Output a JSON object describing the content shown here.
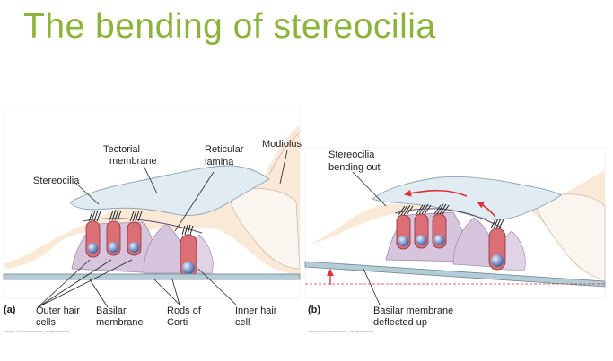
{
  "slide": {
    "title": "The bending of stereocilia"
  },
  "panel_a": {
    "panel_label": "(a)",
    "labels": {
      "tectorial_membrane": [
        "Tectorial",
        "membrane"
      ],
      "reticular_lamina": [
        "Reticular",
        "lamina"
      ],
      "modiolus": "Modiolus",
      "stereocilia": "Stereocilia",
      "outer_hair_cells": [
        "Outer hair",
        "cells"
      ],
      "basilar_membrane": [
        "Basilar",
        "membrane"
      ],
      "rods_of_corti": [
        "Rods of",
        "Corti"
      ],
      "inner_hair_cell": [
        "Inner hair",
        "cell"
      ]
    },
    "copyright": "Copyright © 2016 Wolters Kluwer - All Rights Reserved"
  },
  "panel_b": {
    "panel_label": "(b)",
    "labels": {
      "stereocilia_bending_out": [
        "Stereocilia",
        "bending out"
      ],
      "basilar_membrane_deflected_up": [
        "Basilar membrane",
        "deflected up"
      ]
    },
    "copyright": "Copyright © 2016 Wolters Kluwer - All Rights Reserved"
  },
  "colors": {
    "title": "#8cb43c",
    "tissue": "#fbe9d8",
    "tectorial": "#e1ebf2",
    "hair_cell": "#dc6e76",
    "support": "#d7c5dd",
    "basilar": "#b3ccd6",
    "arrow": "#d8343a"
  }
}
